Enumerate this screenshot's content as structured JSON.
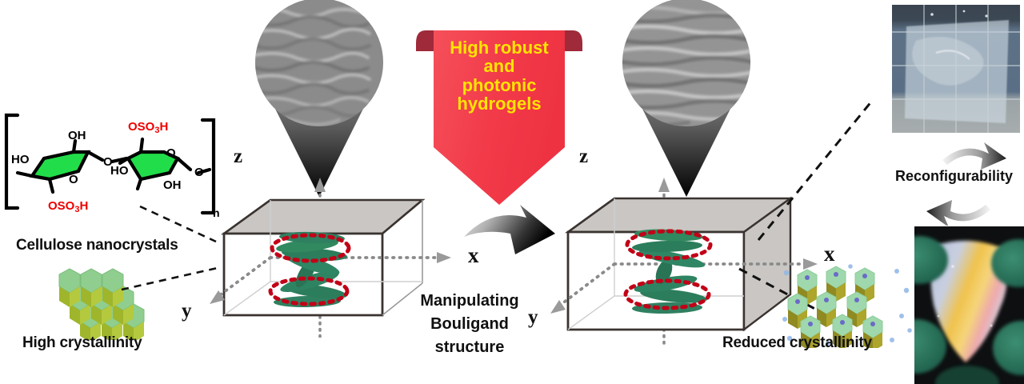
{
  "figure": {
    "type": "scientific-graphical-abstract",
    "background_color": "#ffffff"
  },
  "banner": {
    "text_lines": [
      "High robust",
      "and",
      "photonic",
      "hydrogels"
    ],
    "full_text": "High robust and photonic hydrogels",
    "fill_color": "#F23E4C",
    "tab_color": "#9E2A3A",
    "text_color": "#FFE500"
  },
  "molecule": {
    "name": "cellulose-sulfate-repeat-unit",
    "bracket_subscript": "n",
    "ring_fill": "#22DD4A",
    "substituents": [
      {
        "label": "HO",
        "color": "#000000"
      },
      {
        "label": "OH",
        "color": "#000000"
      },
      {
        "label": "OSO",
        "sub": "3",
        "tail": "H",
        "color": "#EE0000"
      },
      {
        "label": "O",
        "color": "#000000"
      },
      {
        "label": "HO",
        "color": "#000000"
      },
      {
        "label": "O",
        "color": "#000000"
      },
      {
        "label": "OH",
        "color": "#000000"
      },
      {
        "label": "OSO",
        "sub": "3",
        "tail": "H",
        "color": "#EE0000"
      },
      {
        "label": "O",
        "color": "#000000"
      }
    ]
  },
  "left_panel": {
    "title": "Cellulose nanocrystals",
    "caption": "High crystallinity",
    "crystal_color_top": "#8CCB8C",
    "crystal_color_side": "#A8BE2E"
  },
  "right_panel": {
    "caption": "Reduced crystallinity",
    "crystal_color_top": "#9ED8A8",
    "crystal_color_side": "#A89A28",
    "water_dot_color": "#6A6AC8"
  },
  "center_process": {
    "lines": [
      "Manipulating",
      "Bouligand",
      "structure"
    ],
    "full_text": "Manipulating Bouligand structure"
  },
  "boxes": [
    {
      "id": "left-box",
      "axes": {
        "z": "z",
        "x": "x",
        "y": "y"
      },
      "helix_color": "#2C7E5E",
      "marker_color": "#C20017",
      "pitch": "tight",
      "face_color": "#C9C6C3"
    },
    {
      "id": "right-box",
      "axes": {
        "z": "z",
        "x": "x",
        "y": "y"
      },
      "helix_color": "#2C7E5E",
      "marker_color": "#C20017",
      "pitch": "expanded",
      "face_color": "#C9C6C3"
    }
  ],
  "sem_insets": [
    {
      "id": "sem-left",
      "texture": "fibrous-wavy",
      "tone_light": "#c9c9c9",
      "tone_dark": "#6d6d6d"
    },
    {
      "id": "sem-right",
      "texture": "layered-stripes",
      "tone_light": "#d2d2d2",
      "tone_dark": "#757575"
    }
  ],
  "photos": {
    "top": {
      "id": "transparent-hydrogel-film",
      "description": "transparent hydrogel film on grid background",
      "bg_color": "#5B6E84",
      "film_color": "#CFDCE6"
    },
    "bottom": {
      "id": "stretched-iridescent-hydrogel",
      "description": "stretched iridescent hydrogel held by gloved hands",
      "glove_color": "#2C7A62",
      "iridescence": [
        "#b7c3dd",
        "#f2c24a",
        "#f4a7b0",
        "#cfd9e6"
      ]
    },
    "cycle_label": "Reconfigurability"
  }
}
